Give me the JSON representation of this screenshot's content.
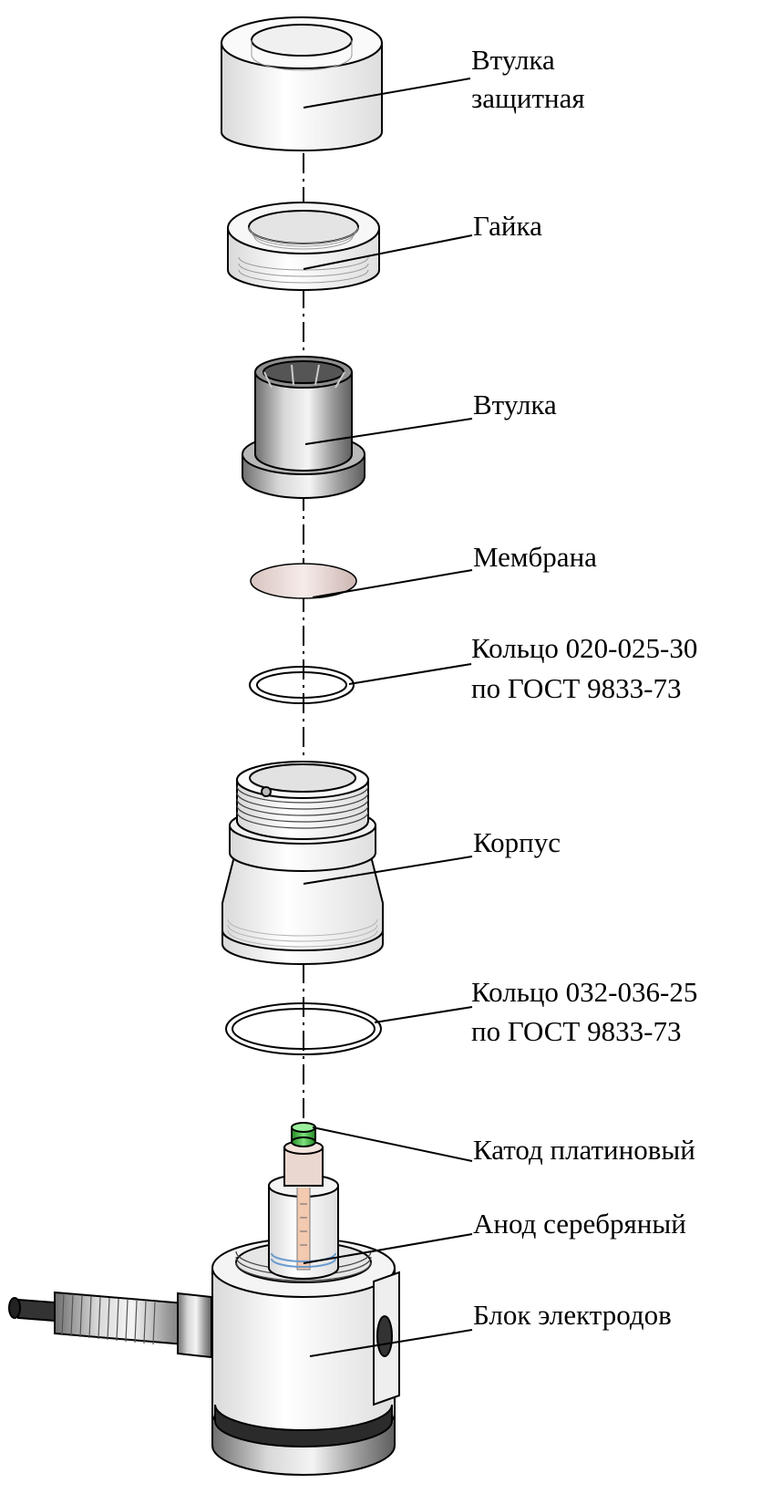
{
  "labels": {
    "protective_sleeve": {
      "line1": "Втулка",
      "line2": "защитная"
    },
    "nut": "Гайка",
    "sleeve": "Втулка",
    "membrane": "Мембрана",
    "ring_small": {
      "line1": "Кольцо 020-025-30",
      "line2": "по ГОСТ 9833-73"
    },
    "housing": "Корпус",
    "ring_large": {
      "line1": "Кольцо 032-036-25",
      "line2": "по ГОСТ 9833-73"
    },
    "cathode": "Катод платиновый",
    "anode": "Анод серебряный",
    "electrode_block": "Блок электродов"
  },
  "colors": {
    "membrane": "#e6d4d0",
    "cathode_tip": "#3fbf3f",
    "metal": "#a0a0a0",
    "outline": "#000000"
  }
}
